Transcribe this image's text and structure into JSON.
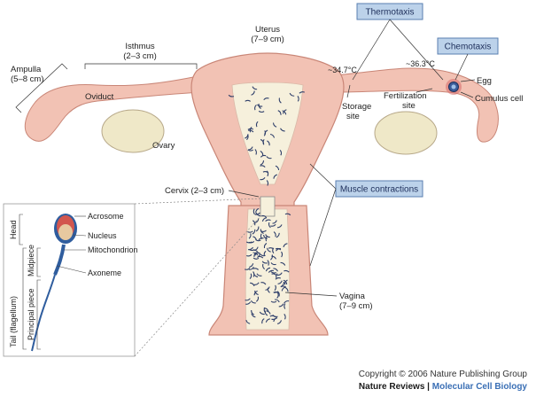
{
  "labels": {
    "uterus": "Uterus",
    "uterus_size": "(7–9 cm)",
    "isthmus": "Isthmus",
    "isthmus_size": "(2–3 cm)",
    "ampulla": "Ampulla",
    "ampulla_size": "(5–8 cm)",
    "oviduct": "Oviduct",
    "ovary": "Ovary",
    "temp_left": "~34.7°C",
    "temp_right": "~36.3°C",
    "storage": "Storage",
    "site": "site",
    "fertilization": "Fertilization",
    "fert_site": "site",
    "egg": "Egg",
    "cumulus": "Cumulus cell",
    "cervix": "Cervix (2–3 cm)",
    "vagina": "Vagina",
    "vagina_size": "(7–9 cm)"
  },
  "boxes": {
    "thermotaxis": "Thermotaxis",
    "chemotaxis": "Chemotaxis",
    "muscle": "Muscle contractions"
  },
  "sperm": {
    "acrosome": "Acrosome",
    "nucleus": "Nucleus",
    "mitochondrion": "Mitochondrion",
    "axoneme": "Axoneme",
    "head": "Head",
    "midpiece": "Midpiece",
    "principal_piece": "Principal piece",
    "tail": "Tail (flagellum)"
  },
  "footer": {
    "copyright": "Copyright © 2006 Nature Publishing Group",
    "journal": "Nature Reviews",
    "separator": " | ",
    "subjournal": "Molecular Cell Biology"
  },
  "colors": {
    "tissue": "#f2c2b4",
    "tissue_stroke": "#c98677",
    "lumen": "#f6f0dc",
    "ovary": "#efe8c8",
    "box_fill": "#bcd2ea",
    "box_stroke": "#5a7fb0",
    "sperm_blue": "#2f5d9e"
  }
}
